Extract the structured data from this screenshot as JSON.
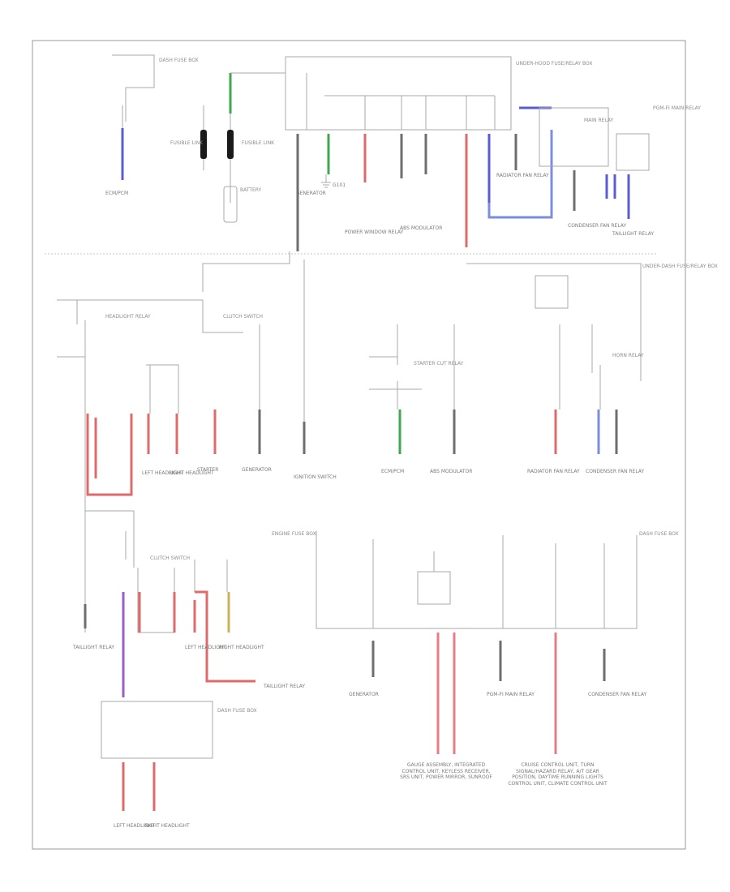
{
  "diagram": {
    "watermark": "",
    "legend": {
      "battery": "BATTERY",
      "fusible_link_1": "FUSIBLE LINK",
      "fusible_link_2": "FUSIBLE LINK",
      "main_relay": "MAIN RELAY",
      "starter_left": "STARTER",
      "generator": "GENERATOR",
      "generator_bottom": "GENERATOR",
      "ignition_switch": "IGNITION SWITCH",
      "dash_fuse_box": "DASH FUSE BOX",
      "engine_fuse_box": "ENGINE FUSE BOX",
      "headlight_relay": "HEADLIGHT RELAY",
      "clutch_switch": "CLUTCH SWITCH",
      "starter_cut_relay": "STARTER CUT RELAY",
      "horn_relay": "HORN RELAY",
      "pgm_fi_main_relay": "PGM-FI MAIN RELAY",
      "left_headlight": "LEFT HEADLIGHT",
      "right_headlight": "RIGHT HEADLIGHT",
      "under_dash_fuse": "UNDER-DASH FUSE/RELAY BOX",
      "under_hood_fuse": "UNDER-HOOD FUSE/RELAY BOX",
      "power_window": "POWER WINDOW RELAY",
      "ecm_pcm": "ECM/PCM",
      "abs_modulator": "ABS MODULATOR",
      "radiator_fan": "RADIATOR FAN RELAY",
      "condenser_fan": "CONDENSER FAN RELAY",
      "taillight_relay": "TAILLIGHT RELAY",
      "ground": "G101"
    },
    "bottom_notes": {
      "left_block": "GAUGE ASSEMBLY, INTEGRATED CONTROL UNIT, KEYLESS RECEIVER, SRS UNIT, POWER MIRROR, SUNROOF",
      "right_block": "CRUISE CONTROL UNIT, TURN SIGNAL/HAZARD RELAY, A/T GEAR POSITION, DAYTIME RUNNING LIGHTS CONTROL UNIT, CLIMATE CONTROL UNIT"
    }
  },
  "colors": {
    "blue": "#5b5bd6",
    "green": "#3da84e",
    "red": "#e06a6a",
    "pink": "#e77c88",
    "purple": "#9a5fc0",
    "yellow": "#c9b25a",
    "dark": "#6e6e6e",
    "lightblue": "#7a8ee0"
  }
}
